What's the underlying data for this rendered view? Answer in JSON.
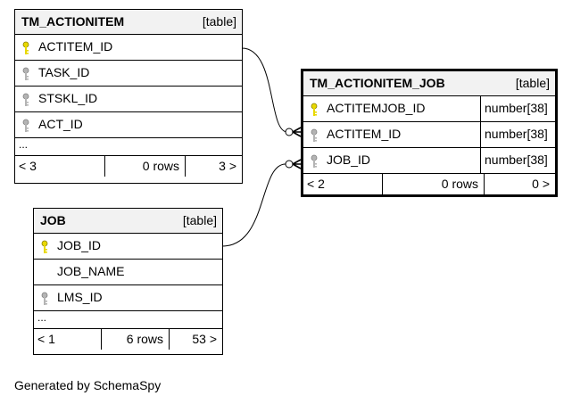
{
  "tables": {
    "actionitem": {
      "name": "TM_ACTIONITEM",
      "kind": "[table]",
      "columns": [
        {
          "name": "ACTITEM_ID",
          "key": "primary-key-icon"
        },
        {
          "name": "TASK_ID",
          "key": "foreign-key-icon"
        },
        {
          "name": "STSKL_ID",
          "key": "foreign-key-icon"
        },
        {
          "name": "ACT_ID",
          "key": "foreign-key-icon"
        }
      ],
      "ellipsis": "...",
      "footer": {
        "left": "< 3",
        "rows": "0 rows",
        "right": "3 >"
      }
    },
    "actionitem_job": {
      "name": "TM_ACTIONITEM_JOB",
      "kind": "[table]",
      "columns": [
        {
          "name": "ACTITEMJOB_ID",
          "key": "primary-key-icon",
          "type": "number[38]"
        },
        {
          "name": "ACTITEM_ID",
          "key": "foreign-key-icon",
          "type": "number[38]"
        },
        {
          "name": "JOB_ID",
          "key": "foreign-key-icon",
          "type": "number[38]"
        }
      ],
      "footer": {
        "left": "< 2",
        "rows": "0 rows",
        "right": "0 >"
      }
    },
    "job": {
      "name": "JOB",
      "kind": "[table]",
      "columns": [
        {
          "name": "JOB_ID",
          "key": "primary-key-icon"
        },
        {
          "name": "JOB_NAME",
          "key": ""
        },
        {
          "name": "LMS_ID",
          "key": "foreign-key-icon"
        }
      ],
      "ellipsis": "...",
      "footer": {
        "left": "< 1",
        "rows": "6 rows",
        "right": "53 >"
      }
    }
  },
  "colors": {
    "primary_key": "#e8d800",
    "foreign_key": "#b4b4b4",
    "header_bg": "#f2f2f2"
  },
  "credit": "Generated by SchemaSpy"
}
